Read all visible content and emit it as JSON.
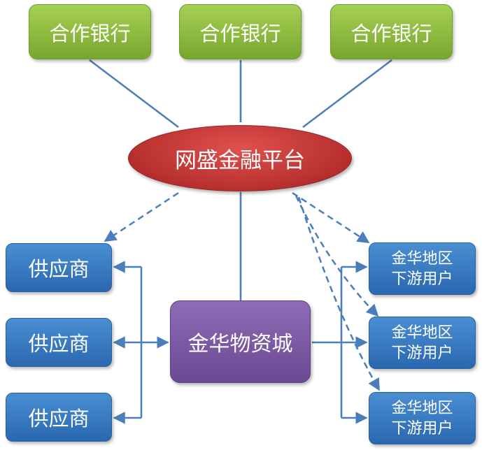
{
  "banks": [
    {
      "label": "合作银行"
    },
    {
      "label": "合作银行"
    },
    {
      "label": "合作银行"
    }
  ],
  "platform": {
    "label": "网盛金融平台"
  },
  "market": {
    "label": "金华物资城"
  },
  "suppliers": [
    {
      "label": "供应商"
    },
    {
      "label": "供应商"
    },
    {
      "label": "供应商"
    }
  ],
  "users": [
    {
      "line1": "金华地区",
      "line2": "下游用户"
    },
    {
      "line1": "金华地区",
      "line2": "下游用户"
    },
    {
      "line1": "金华地区",
      "line2": "下游用户"
    }
  ],
  "colors": {
    "bank": "#8cbd3f",
    "platform": "#c0393b",
    "market": "#7b5aa6",
    "supplier": "#3a7cc4",
    "user": "#3a7cc4",
    "connector": "#4a7ebb"
  }
}
